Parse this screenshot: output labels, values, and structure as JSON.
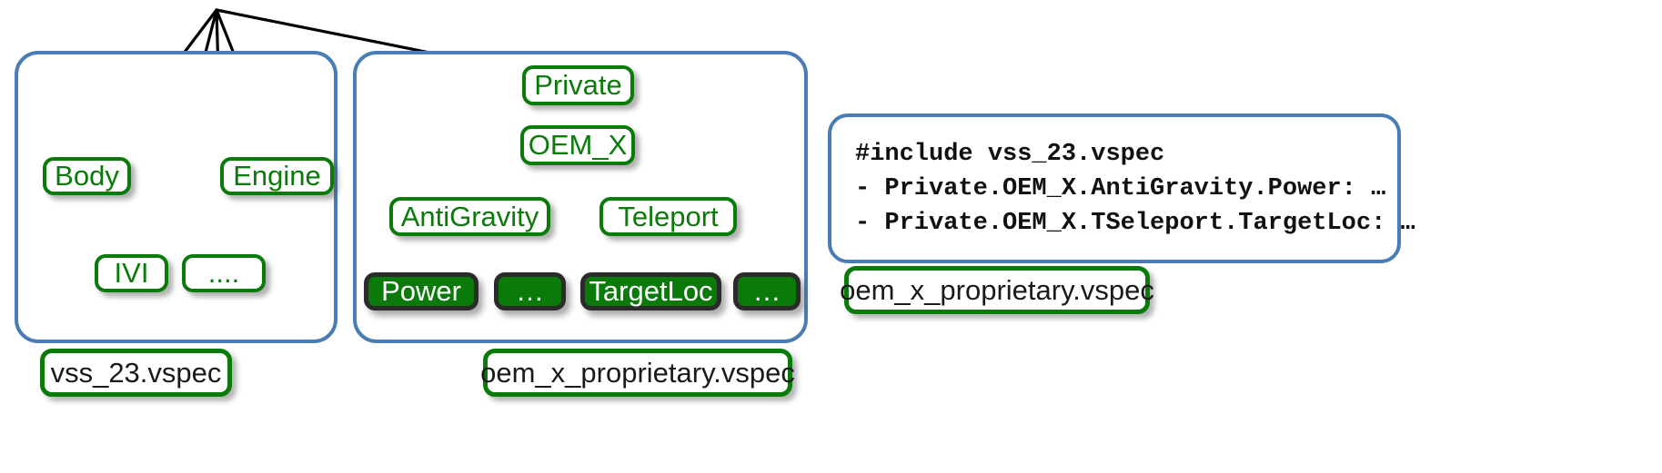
{
  "diagram": {
    "title": "VSS vspec overlay / include structure",
    "colors": {
      "package_border": "#4a7cb5",
      "node_green": "#0a7a0a",
      "node_filled_fill": "#0a7a0a",
      "node_filled_border": "#2b2b2b",
      "edge": "#000000",
      "label_text": "#1a1a1a",
      "canvas": "#ffffff"
    }
  },
  "packages": [
    {
      "id": "vss_pkg",
      "label": "vss_23.vspec"
    },
    {
      "id": "oem_pkg",
      "label": "oem_x_proprietary.vspec"
    }
  ],
  "vss_tree": {
    "root_label": "",
    "nodes": [
      {
        "id": "body",
        "label": "Body",
        "style": "open"
      },
      {
        "id": "engine",
        "label": "Engine",
        "style": "open"
      },
      {
        "id": "ivi",
        "label": "IVI",
        "style": "open"
      },
      {
        "id": "vss_etc",
        "label": "....",
        "style": "open"
      }
    ]
  },
  "oem_tree": {
    "nodes": [
      {
        "id": "private",
        "label": "Private",
        "style": "open"
      },
      {
        "id": "oem_x",
        "label": "OEM_X",
        "style": "open"
      },
      {
        "id": "antigravity",
        "label": "AntiGravity",
        "style": "open"
      },
      {
        "id": "teleport",
        "label": "Teleport",
        "style": "open"
      },
      {
        "id": "power",
        "label": "Power",
        "style": "filled"
      },
      {
        "id": "ag_etc",
        "label": "…",
        "style": "filled"
      },
      {
        "id": "targetloc",
        "label": "TargetLoc",
        "style": "filled"
      },
      {
        "id": "tp_etc",
        "label": "…",
        "style": "filled"
      }
    ]
  },
  "code_panel": {
    "lines": [
      "#include vss_23.vspec",
      "- Private.OEM_X.AntiGravity.Power: …",
      "- Private.OEM_X.TSeleport.TargetLoc: …"
    ],
    "trailing_ellipsis": "…",
    "file_label": "oem_x_proprietary.vspec"
  },
  "file_labels": {
    "left": "vss_23.vspec",
    "middle": "oem_x_proprietary.vspec",
    "right": "oem_x_proprietary.vspec"
  }
}
